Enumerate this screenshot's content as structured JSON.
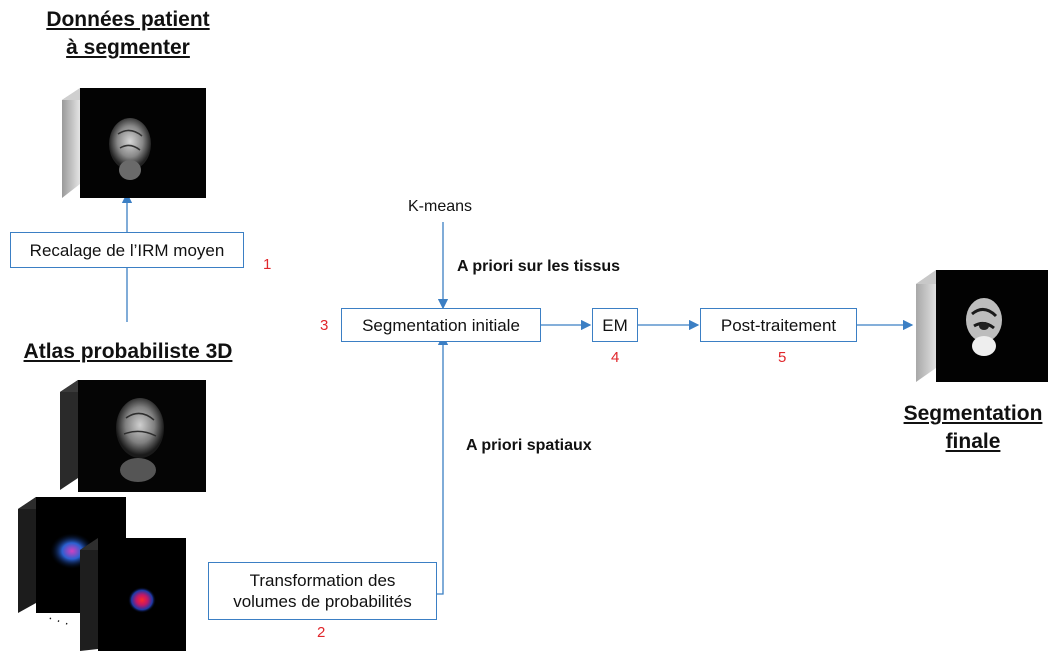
{
  "headings": {
    "patient_line1": "Données patient",
    "patient_line2": "à segmenter",
    "atlas": "Atlas probabiliste 3D",
    "final_line1": "Segmentation",
    "final_line2": "finale"
  },
  "boxes": {
    "recalage": "Recalage de l’IRM moyen",
    "segmentation_initiale": "Segmentation initiale",
    "em": "EM",
    "post_traitement": "Post-traitement",
    "transformation_line1": "Transformation des",
    "transformation_line2": "volumes de probabilités"
  },
  "steps": {
    "recalage": "1",
    "transformation": "2",
    "segmentation_initiale": "3",
    "em": "4",
    "post_traitement": "5"
  },
  "labels": {
    "kmeans": "K-means",
    "a_priori_tissus": "A priori sur les tissus",
    "a_priori_spatiaux": "A priori spatiaux",
    "ellipsis": "· · ·"
  },
  "colors": {
    "arrow": "#3b7fc4",
    "step_number": "#e0262b",
    "box_border": "#3b7fc4"
  }
}
